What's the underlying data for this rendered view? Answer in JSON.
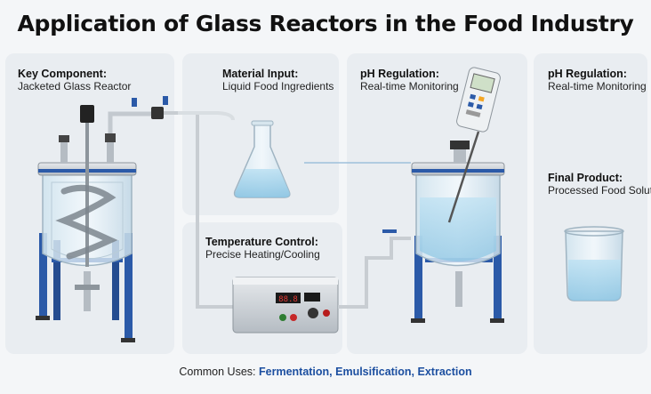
{
  "title": "Application of Glass Reactors in the Food Industry",
  "panels": {
    "key_component": {
      "heading": "Key Component:",
      "subtext": "Jacketed Glass Reactor"
    },
    "material_input": {
      "heading": "Material Input:",
      "subtext": "Liquid Food Ingredients"
    },
    "ph_regulation_center": {
      "heading": "pH Regulation:",
      "subtext": "Real-time Monitoring"
    },
    "ph_regulation_right": {
      "heading": "pH Regulation:",
      "subtext": "Real-time Monitoring"
    },
    "temperature_control": {
      "heading": "Temperature Control:",
      "subtext": "Precise Heating/Cooling"
    },
    "final_product": {
      "heading": "Final Product:",
      "subtext": "Processed Food Solution"
    }
  },
  "footer": {
    "prefix": "Common Uses:",
    "uses": "Fermentation, Emulsification, Extraction"
  },
  "colors": {
    "frame_blue": "#2b5aa8",
    "liquid_blue": "#9fd0ea",
    "highlight_blue": "#1c4fa0",
    "controller_display_red": "#e53935"
  }
}
